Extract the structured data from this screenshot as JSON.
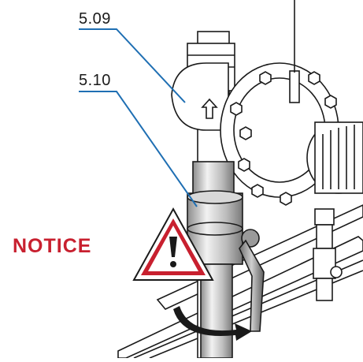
{
  "callouts": {
    "first": "5.09",
    "second": "5.10"
  },
  "notice": {
    "label": "NOTICE",
    "color": "#c8202f"
  },
  "colors": {
    "leader_line": "#1f6fb3",
    "outline": "#1a1a1a",
    "warning_fill": "#c8202f"
  },
  "icons": {
    "warning": "warning-triangle-icon",
    "rotation": "rotation-arrow-icon",
    "flow": "flow-direction-arrow-icon"
  }
}
